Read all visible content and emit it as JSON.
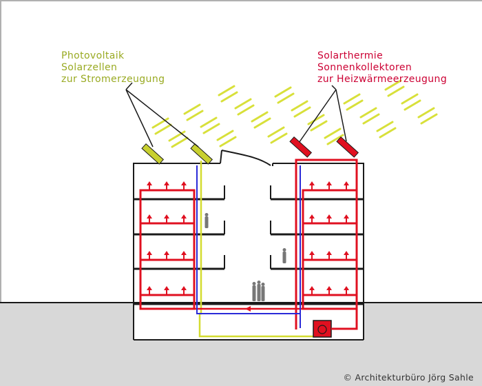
{
  "labels": {
    "photovoltaik": {
      "line1": "Photovoltaik",
      "line2": "Solarzellen",
      "line3": "zur Stromerzeugung"
    },
    "solarthermie": {
      "line1": "Solarthermie",
      "line2": "Sonnenkollektoren",
      "line3": "zur Heizwärmeerzeugung"
    }
  },
  "copyright": "© Architekturbüro Jörg Sahle",
  "colors": {
    "photovoltaik": "#99aa22",
    "solarthermie": "#cc0033",
    "sun_rays": "#d8e03a",
    "pv_panel": "#c8d030",
    "pv_line": "#d4dc30",
    "heating_red": "#e01020",
    "return_blue": "#2a2ad8",
    "structure": "#1a1a1a",
    "ground": "#d8d8d8",
    "copyright": "#333333",
    "frame": "#b0b0b0",
    "person": "#777777"
  }
}
